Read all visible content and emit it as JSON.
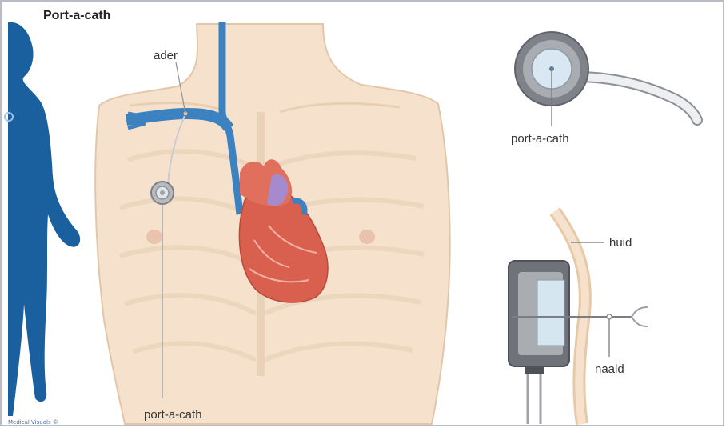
{
  "title": "Port-a-cath",
  "labels": {
    "vein": "ader",
    "port_main": "port-a-cath",
    "port_detail": "port-a-cath",
    "skin": "huid",
    "needle": "naald"
  },
  "credit": "Medical Visuals ©",
  "colors": {
    "silhouette": "#1a5f9e",
    "skin": "#f6e2cc",
    "vein": "#3c82c0",
    "heart": "#d9604e",
    "border": "#b9bcc4"
  }
}
